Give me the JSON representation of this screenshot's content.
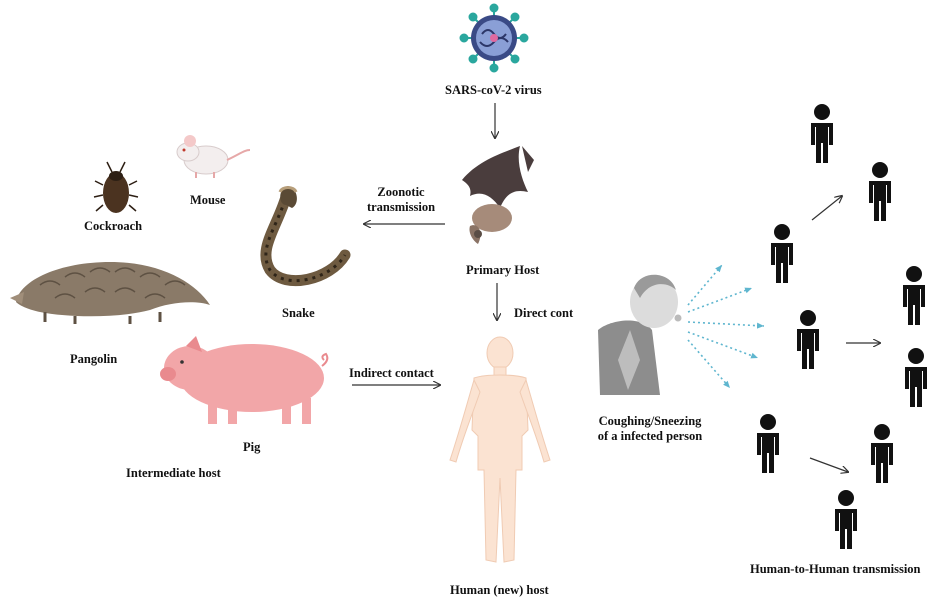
{
  "labels": {
    "virus": "SARS-coV-2 virus",
    "zoonotic_line1": "Zoonotic",
    "zoonotic_line2": "transmission",
    "primary_host": "Primary Host",
    "direct_contact": "Direct cont",
    "indirect_contact": "Indirect contact",
    "human_host": "Human (new) host",
    "cough_line1": "Coughing/Sneezing",
    "cough_line2": "of a infected person",
    "h2h": "Human-to-Human transmission",
    "cockroach": "Cockroach",
    "mouse": "Mouse",
    "snake": "Snake",
    "pangolin": "Pangolin",
    "pig": "Pig",
    "intermediate_host": "Intermediate host"
  },
  "colors": {
    "virus_body": "#3a4a86",
    "virus_spikes": "#2aa79e",
    "bat": "#4a3d3d",
    "snake": "#6e5a40",
    "pangolin": "#8a7a68",
    "pig": "#f2a6a8",
    "human_body": "#fbe3d2",
    "silhouette": "#111111",
    "spray": "#5fb6cf",
    "arrow": "#333333"
  },
  "icons": [
    "virus-icon",
    "bat-icon",
    "mouse-icon",
    "cockroach-icon",
    "snake-icon",
    "pangolin-icon",
    "pig-icon",
    "human-body-icon",
    "coughing-person-icon",
    "person-icon"
  ]
}
